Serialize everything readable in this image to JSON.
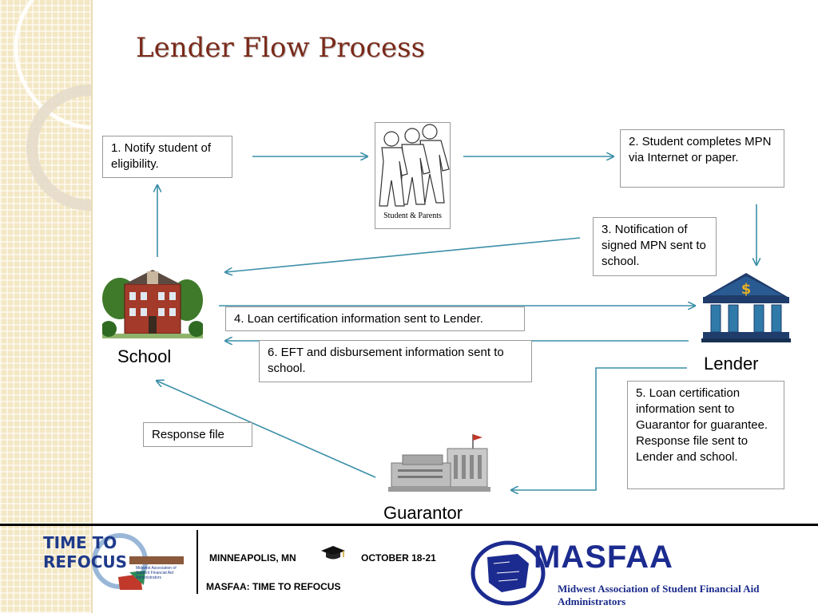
{
  "slide": {
    "title": "Lender Flow Process"
  },
  "diagram": {
    "boxes": {
      "step1": "1. Notify student of eligibility.",
      "step2": "2. Student completes MPN via Internet or paper.",
      "step3": "3. Notification of signed MPN sent to school.",
      "step4": "4. Loan certification information sent to Lender.",
      "step5": "5. Loan certification information sent to Guarantor for guarantee. Response file sent to Lender and school.",
      "step6": "6. EFT and disbursement information sent to school.",
      "response": "Response file"
    },
    "nodes": {
      "students_caption": "Student & Parents",
      "school": "School",
      "lender": "Lender",
      "guarantor": "Guarantor"
    },
    "arrow_color": "#3b8fa8"
  },
  "footer": {
    "location": "MINNEAPOLIS, MN",
    "dates": "OCTOBER 18-21",
    "theme": "MASFAA:  TIME TO REFOCUS",
    "logo_left_text_1": "TIME TO",
    "logo_left_text_2": "REFOCUS",
    "logo_left_caption": "Midwest Association of Student Financial Aid Administrators",
    "masfaa_word": "MASFAA",
    "masfaa_full": "Midwest Association of Student Financial Aid Administrators"
  }
}
